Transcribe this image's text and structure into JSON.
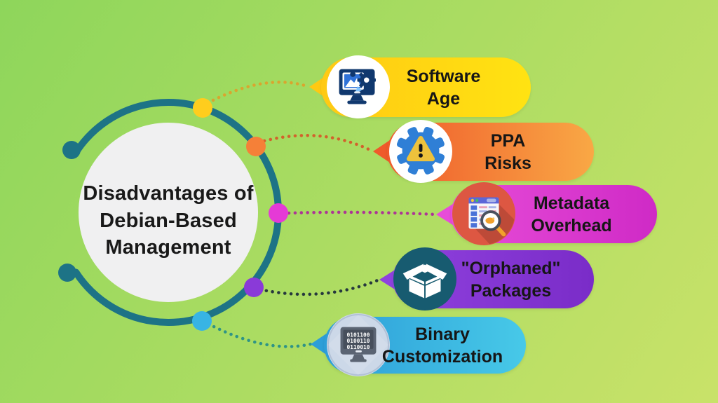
{
  "background": {
    "from": "#8ed65b",
    "to": "#c9e269"
  },
  "center": {
    "title_line1": "Disadvantages of",
    "title_line2": "Debian-Based",
    "title_line3": "Management",
    "ring_color": "#1d7386",
    "circle_color": "#f0f0f1",
    "text_color": "#191919"
  },
  "items": [
    {
      "id": "software-age",
      "label_line1": "Software",
      "label_line2": "Age",
      "color_start": "#ffc913",
      "color_end": "#ffe312",
      "dot_color": "#ffcd1d",
      "connector_color": "#d9a52e",
      "icon": "monitor-gear-icon",
      "icon_bg": "#ffffff"
    },
    {
      "id": "ppa-risks",
      "label_line1": "PPA",
      "label_line2": "Risks",
      "color_start": "#ef5a2b",
      "color_end": "#f9a845",
      "dot_color": "#f58038",
      "connector_color": "#d2622c",
      "icon": "gear-warning-icon",
      "icon_bg": "#ffffff"
    },
    {
      "id": "metadata-overhead",
      "label_line1": "Metadata",
      "label_line2": "Overhead",
      "color_start": "#e74dd8",
      "color_end": "#cf2ac6",
      "dot_color": "#e53ad6",
      "connector_color": "#ad3596",
      "icon": "table-magnifier-icon",
      "icon_bg": "#dd5742"
    },
    {
      "id": "orphaned-packages",
      "label_line1": "\"Orphaned\"",
      "label_line2": "Packages",
      "color_start": "#8f41de",
      "color_end": "#7a2cc8",
      "dot_color": "#8a3ad8",
      "connector_color": "#26383e",
      "icon": "open-box-icon",
      "icon_bg": "#175b70"
    },
    {
      "id": "binary-customization",
      "label_line1": "Binary",
      "label_line2": "Customization",
      "color_start": "#2d9ed8",
      "color_end": "#47c9e8",
      "dot_color": "#38b4e4",
      "connector_color": "#2f9486",
      "icon": "binary-monitor-icon",
      "icon_bg": "#ccd8e8",
      "binary_row1": "0101100",
      "binary_row2": "0100110",
      "binary_row3": "0110010"
    }
  ]
}
